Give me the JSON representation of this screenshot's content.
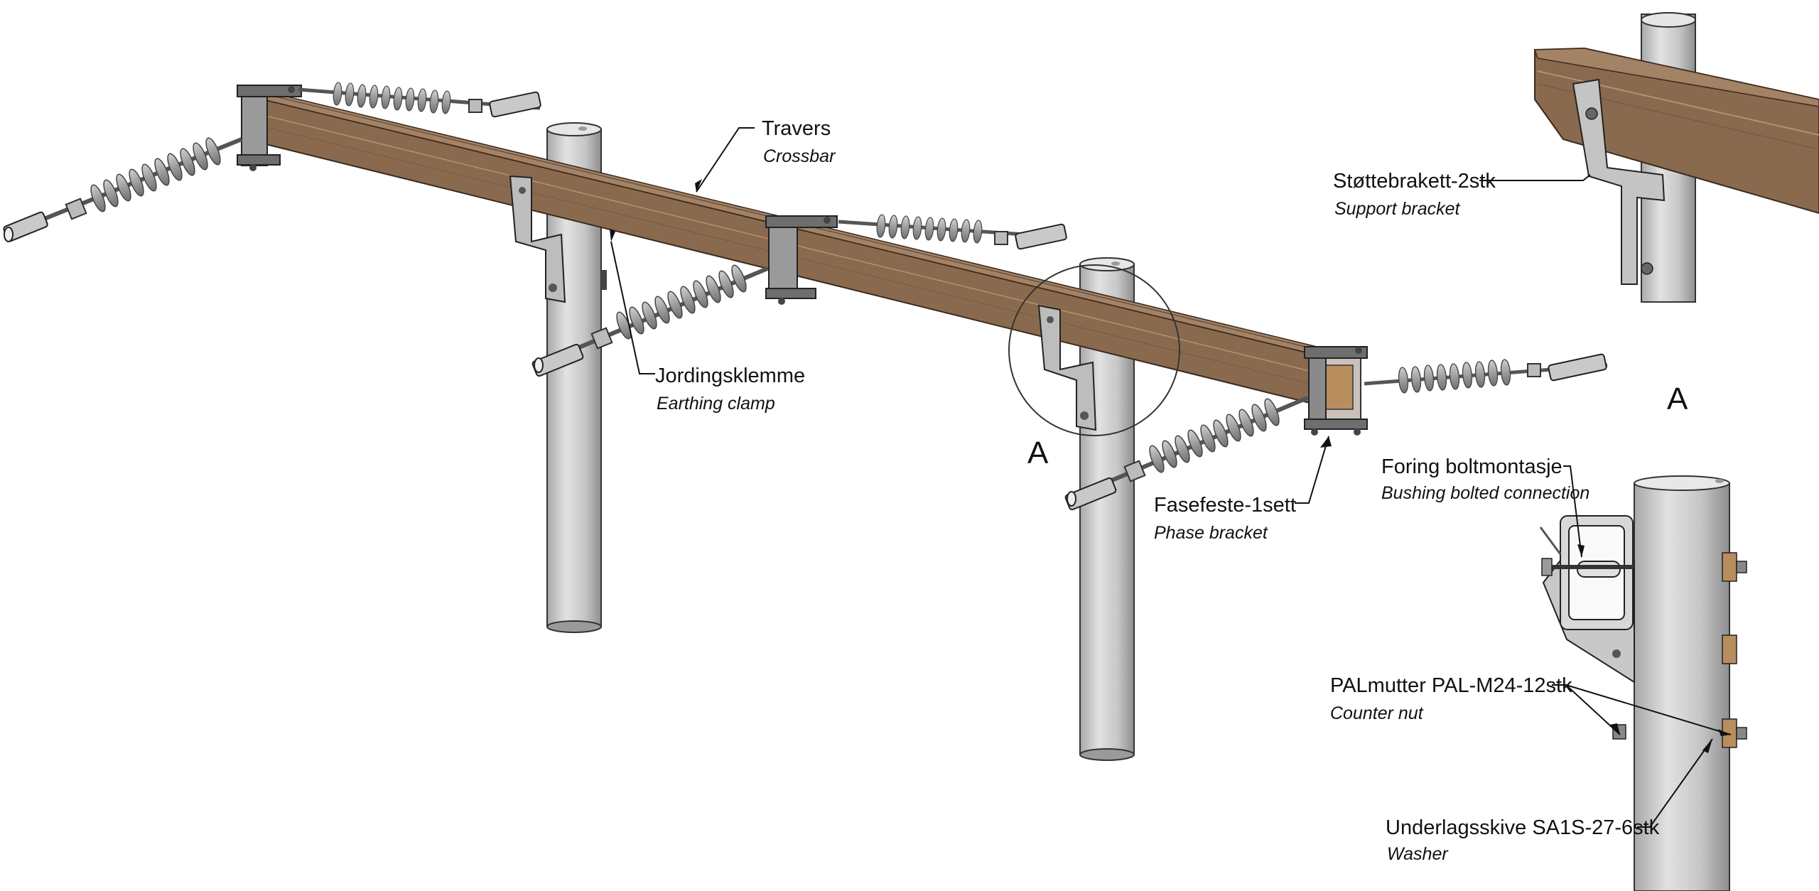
{
  "labels": {
    "travers": {
      "main": "Travers",
      "sub": "Crossbar"
    },
    "jordingsklemme": {
      "main": "Jordingsklemme",
      "sub": "Earthing clamp"
    },
    "fasefeste": {
      "main": "Fasefeste-1sett",
      "sub": "Phase bracket"
    },
    "stottebrakett": {
      "main": "Støttebrakett-2stk",
      "sub": "Support bracket"
    },
    "foring": {
      "main": "Foring boltmontasje",
      "sub": "Bushing bolted connection"
    },
    "palmutter": {
      "main": "PALmutter PAL-M24-12stk",
      "sub": "Counter nut"
    },
    "underlagsskive": {
      "main": "Underlagsskive SA1S-27-6stk",
      "sub": "Washer"
    },
    "detail_marker": "A",
    "detail_title": "A"
  },
  "colors": {
    "crossbar_top": "#9c7a5c",
    "crossbar_face": "#8a6a4e",
    "crossbar_edge": "#5e4634",
    "pole": "#c8c8c8",
    "pole_dark": "#9a9a9a",
    "insulator": "#9b9b9b",
    "metal": "#b5b5b5",
    "line": "#222222"
  }
}
